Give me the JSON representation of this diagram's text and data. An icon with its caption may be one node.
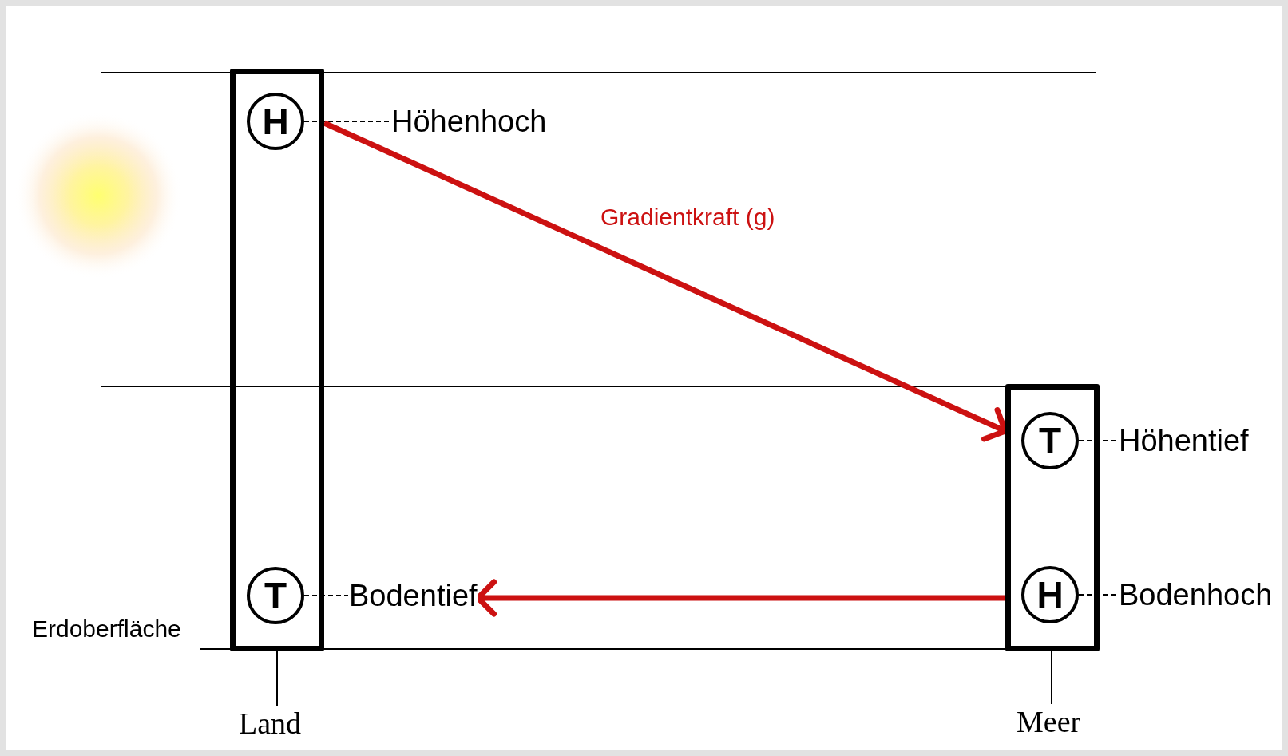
{
  "diagram": {
    "nodes": [
      {
        "text": [],
        "shape": "box"
      },
      {
        "text": [
          "H"
        ],
        "in": 0
      },
      {
        "text": [
          "T"
        ],
        "in": 0
      },
      {
        "text": [],
        "shape": "box"
      },
      {
        "text": [
          "T"
        ],
        "in": 3
      },
      {
        "text": [
          "H"
        ],
        "in": 3
      },
      {
        "text": [
          "Höhenhoch"
        ]
      },
      {
        "text": [
          "Bodentief"
        ]
      },
      {
        "text": [
          "Höhentief"
        ]
      },
      {
        "text": [
          "Bodenhoch"
        ]
      },
      {
        "text": [
          "Land"
        ]
      },
      {
        "text": [
          "Meer"
        ]
      }
    ],
    "edges": [
      {
        "from": 1,
        "to": 6,
        "arrow": "none",
        "style": "dashed"
      },
      {
        "from": 2,
        "to": 7,
        "arrow": "none",
        "style": "dashed"
      },
      {
        "from": 4,
        "to": 8,
        "arrow": "none",
        "style": "dashed"
      },
      {
        "from": 5,
        "to": 9,
        "arrow": "none",
        "style": "dashed"
      },
      {
        "from": 0,
        "to": 3,
        "arrow": "to",
        "label": "Gradientkraft (g)",
        "style": "thick",
        "color": "#cc1111"
      },
      {
        "from": 3,
        "to": 7,
        "arrow": "to",
        "style": "thick",
        "color": "#cc1111"
      },
      {
        "from": 0,
        "to": 10,
        "arrow": "none"
      },
      {
        "from": 3,
        "to": 11,
        "arrow": "none"
      }
    ],
    "labels": [
      "Erdoberfläche"
    ]
  }
}
